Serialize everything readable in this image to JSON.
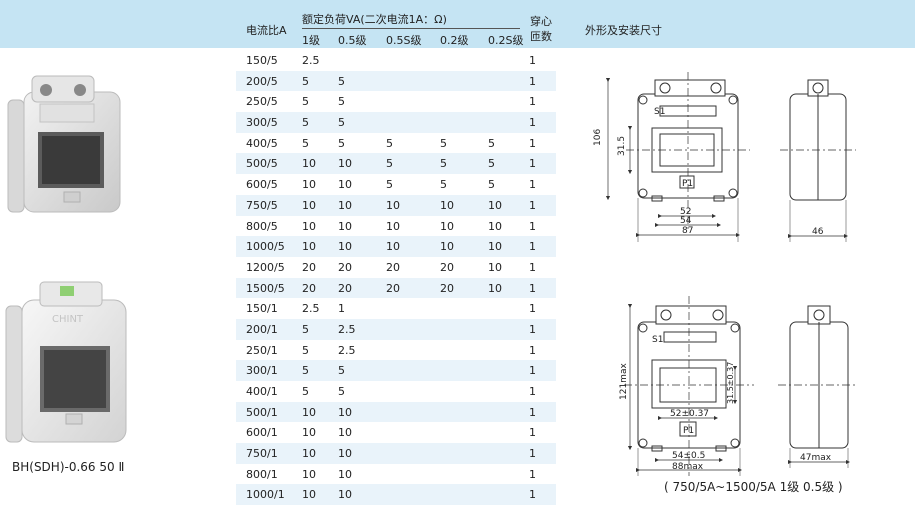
{
  "header": {
    "ratio_label": "电流比A",
    "load_label": "额定负荷VA(二次电流1A：Ω)",
    "turns_label_1": "穿心",
    "turns_label_2": "匝数",
    "dims_label": "外形及安装尺寸",
    "classes": [
      "1级",
      "0.5级",
      "0.5S级",
      "0.2级",
      "0.2S级"
    ]
  },
  "rows": [
    [
      "150/5",
      "2.5",
      "",
      "",
      "",
      "",
      "1"
    ],
    [
      "200/5",
      "5",
      "5",
      "",
      "",
      "",
      "1"
    ],
    [
      "250/5",
      "5",
      "5",
      "",
      "",
      "",
      "1"
    ],
    [
      "300/5",
      "5",
      "5",
      "",
      "",
      "",
      "1"
    ],
    [
      "400/5",
      "5",
      "5",
      "5",
      "5",
      "5",
      "1"
    ],
    [
      "500/5",
      "10",
      "10",
      "5",
      "5",
      "5",
      "1"
    ],
    [
      "600/5",
      "10",
      "10",
      "5",
      "5",
      "5",
      "1"
    ],
    [
      "750/5",
      "10",
      "10",
      "10",
      "10",
      "10",
      "1"
    ],
    [
      "800/5",
      "10",
      "10",
      "10",
      "10",
      "10",
      "1"
    ],
    [
      "1000/5",
      "10",
      "10",
      "10",
      "10",
      "10",
      "1"
    ],
    [
      "1200/5",
      "20",
      "20",
      "20",
      "20",
      "10",
      "1"
    ],
    [
      "1500/5",
      "20",
      "20",
      "20",
      "20",
      "10",
      "1"
    ],
    [
      "150/1",
      "2.5",
      "1",
      "",
      "",
      "",
      "1"
    ],
    [
      "200/1",
      "5",
      "2.5",
      "",
      "",
      "",
      "1"
    ],
    [
      "250/1",
      "5",
      "2.5",
      "",
      "",
      "",
      "1"
    ],
    [
      "300/1",
      "5",
      "5",
      "",
      "",
      "",
      "1"
    ],
    [
      "400/1",
      "5",
      "5",
      "",
      "",
      "",
      "1"
    ],
    [
      "500/1",
      "10",
      "10",
      "",
      "",
      "",
      "1"
    ],
    [
      "600/1",
      "10",
      "10",
      "",
      "",
      "",
      "1"
    ],
    [
      "750/1",
      "10",
      "10",
      "",
      "",
      "",
      "1"
    ],
    [
      "800/1",
      "10",
      "10",
      "",
      "",
      "",
      "1"
    ],
    [
      "1000/1",
      "10",
      "10",
      "",
      "",
      "",
      "1"
    ]
  ],
  "product": {
    "model": "BH(SDH)-0.66 50 Ⅱ",
    "nameplate_mark": "CHINT"
  },
  "drawing_top": {
    "h_overall": "106",
    "h_window": "31.5",
    "w_window": "52",
    "w_holes": "54",
    "w_overall": "87",
    "depth": "46",
    "terminal_s1": "S1",
    "terminal_p1": "P1"
  },
  "drawing_bottom": {
    "h_overall": "121max",
    "h_window": "31.5±0.37",
    "w_window": "52±0.37",
    "w_holes": "54±0.5",
    "w_overall": "88max",
    "depth": "47max",
    "terminal_s1": "S1",
    "terminal_p1": "P1",
    "caption": "( 750/5A~1500/5A 1级 0.5级 )"
  }
}
